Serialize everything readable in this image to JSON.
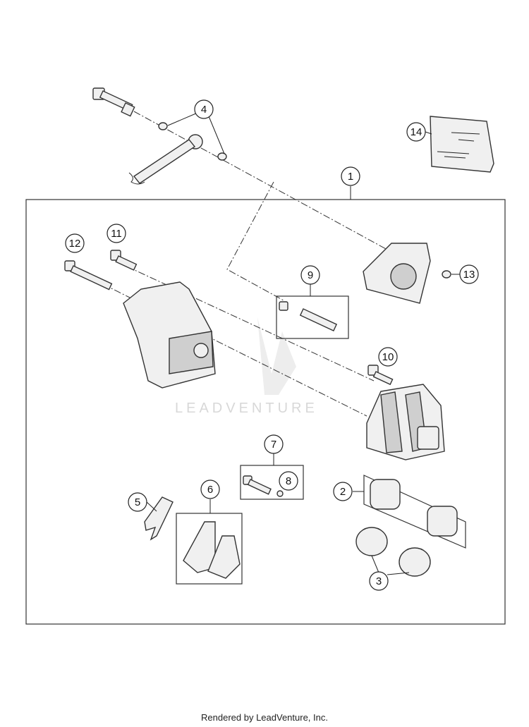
{
  "callouts": [
    {
      "label": "1"
    },
    {
      "label": "2"
    },
    {
      "label": "3"
    },
    {
      "label": "4"
    },
    {
      "label": "5"
    },
    {
      "label": "6"
    },
    {
      "label": "7"
    },
    {
      "label": "8"
    },
    {
      "label": "9"
    },
    {
      "label": "10"
    },
    {
      "label": "11"
    },
    {
      "label": "12"
    },
    {
      "label": "13"
    },
    {
      "label": "14"
    }
  ],
  "watermark": "LEADVENTURE",
  "footer": "Rendered by LeadVenture, Inc."
}
